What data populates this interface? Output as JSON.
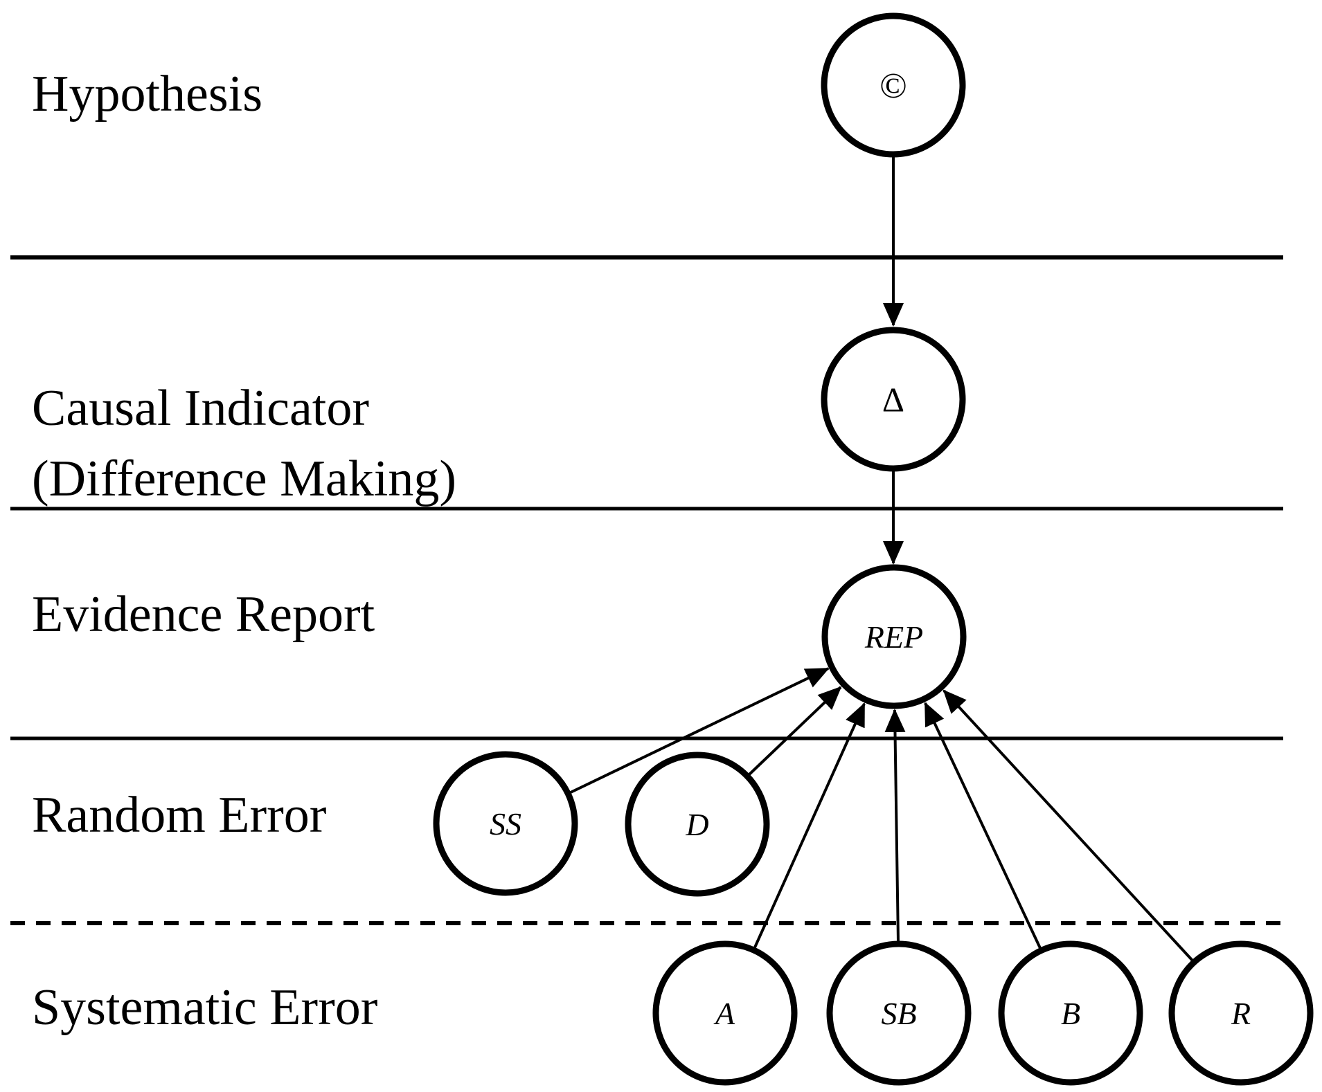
{
  "labels": {
    "hypothesis": "Hypothesis",
    "causal_line1": "Causal Indicator",
    "causal_line2": "(Difference Making)",
    "evidence": "Evidence Report",
    "random": "Random Error",
    "systematic": "Systematic Error"
  },
  "nodes": {
    "c": "©",
    "delta": "Δ",
    "rep": "REP",
    "ss": "SS",
    "d": "D",
    "a": "A",
    "sb": "SB",
    "b": "B",
    "r": "R"
  },
  "colors": {
    "ink": "#000000",
    "background": "#ffffff"
  }
}
